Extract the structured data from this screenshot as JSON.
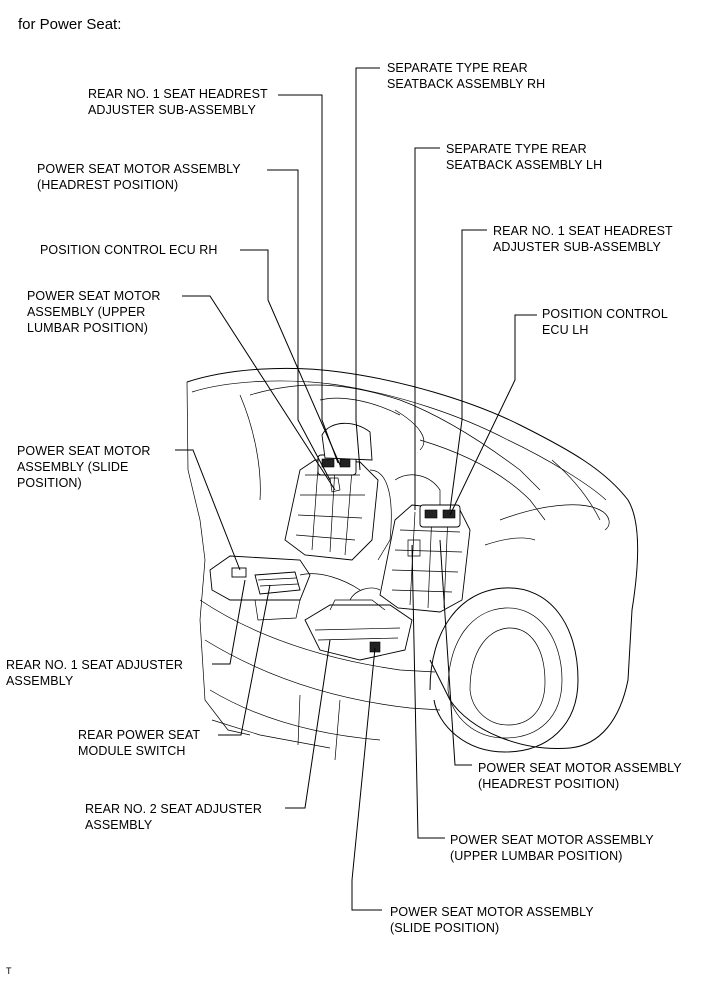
{
  "heading": "for Power Seat:",
  "footnote": "T",
  "labels": {
    "separate_rear_seatback_rh": [
      "SEPARATE TYPE REAR",
      "SEATBACK ASSEMBLY RH"
    ],
    "rear_headrest_adjuster_left": [
      "REAR NO. 1 SEAT HEADREST",
      "ADJUSTER SUB-ASSEMBLY"
    ],
    "separate_rear_seatback_lh": [
      "SEPARATE TYPE REAR",
      "SEATBACK ASSEMBLY LH"
    ],
    "motor_headrest_left": [
      "POWER SEAT MOTOR ASSEMBLY",
      "(HEADREST POSITION)"
    ],
    "rear_headrest_adjuster_right": [
      "REAR NO. 1 SEAT HEADREST",
      "ADJUSTER SUB-ASSEMBLY"
    ],
    "position_ecu_rh": [
      "POSITION CONTROL ECU RH"
    ],
    "motor_upper_lumbar_left": [
      "POWER SEAT MOTOR",
      "ASSEMBLY (UPPER",
      "LUMBAR POSITION)"
    ],
    "position_ecu_lh": [
      "POSITION CONTROL",
      "ECU LH"
    ],
    "motor_slide_left": [
      "POWER SEAT MOTOR",
      "ASSEMBLY (SLIDE",
      "POSITION)"
    ],
    "rear_seat_adjuster_1": [
      "REAR NO. 1 SEAT ADJUSTER",
      "ASSEMBLY"
    ],
    "rear_power_seat_switch": [
      "REAR POWER SEAT",
      "MODULE SWITCH"
    ],
    "motor_headrest_right": [
      "POWER SEAT MOTOR ASSEMBLY",
      "(HEADREST POSITION)"
    ],
    "rear_seat_adjuster_2": [
      "REAR NO. 2 SEAT ADJUSTER",
      "ASSEMBLY"
    ],
    "motor_upper_lumbar_right": [
      "POWER SEAT MOTOR ASSEMBLY",
      "(UPPER LUMBAR POSITION)"
    ],
    "motor_slide_right": [
      "POWER SEAT MOTOR ASSEMBLY",
      "(SLIDE POSITION)"
    ]
  }
}
